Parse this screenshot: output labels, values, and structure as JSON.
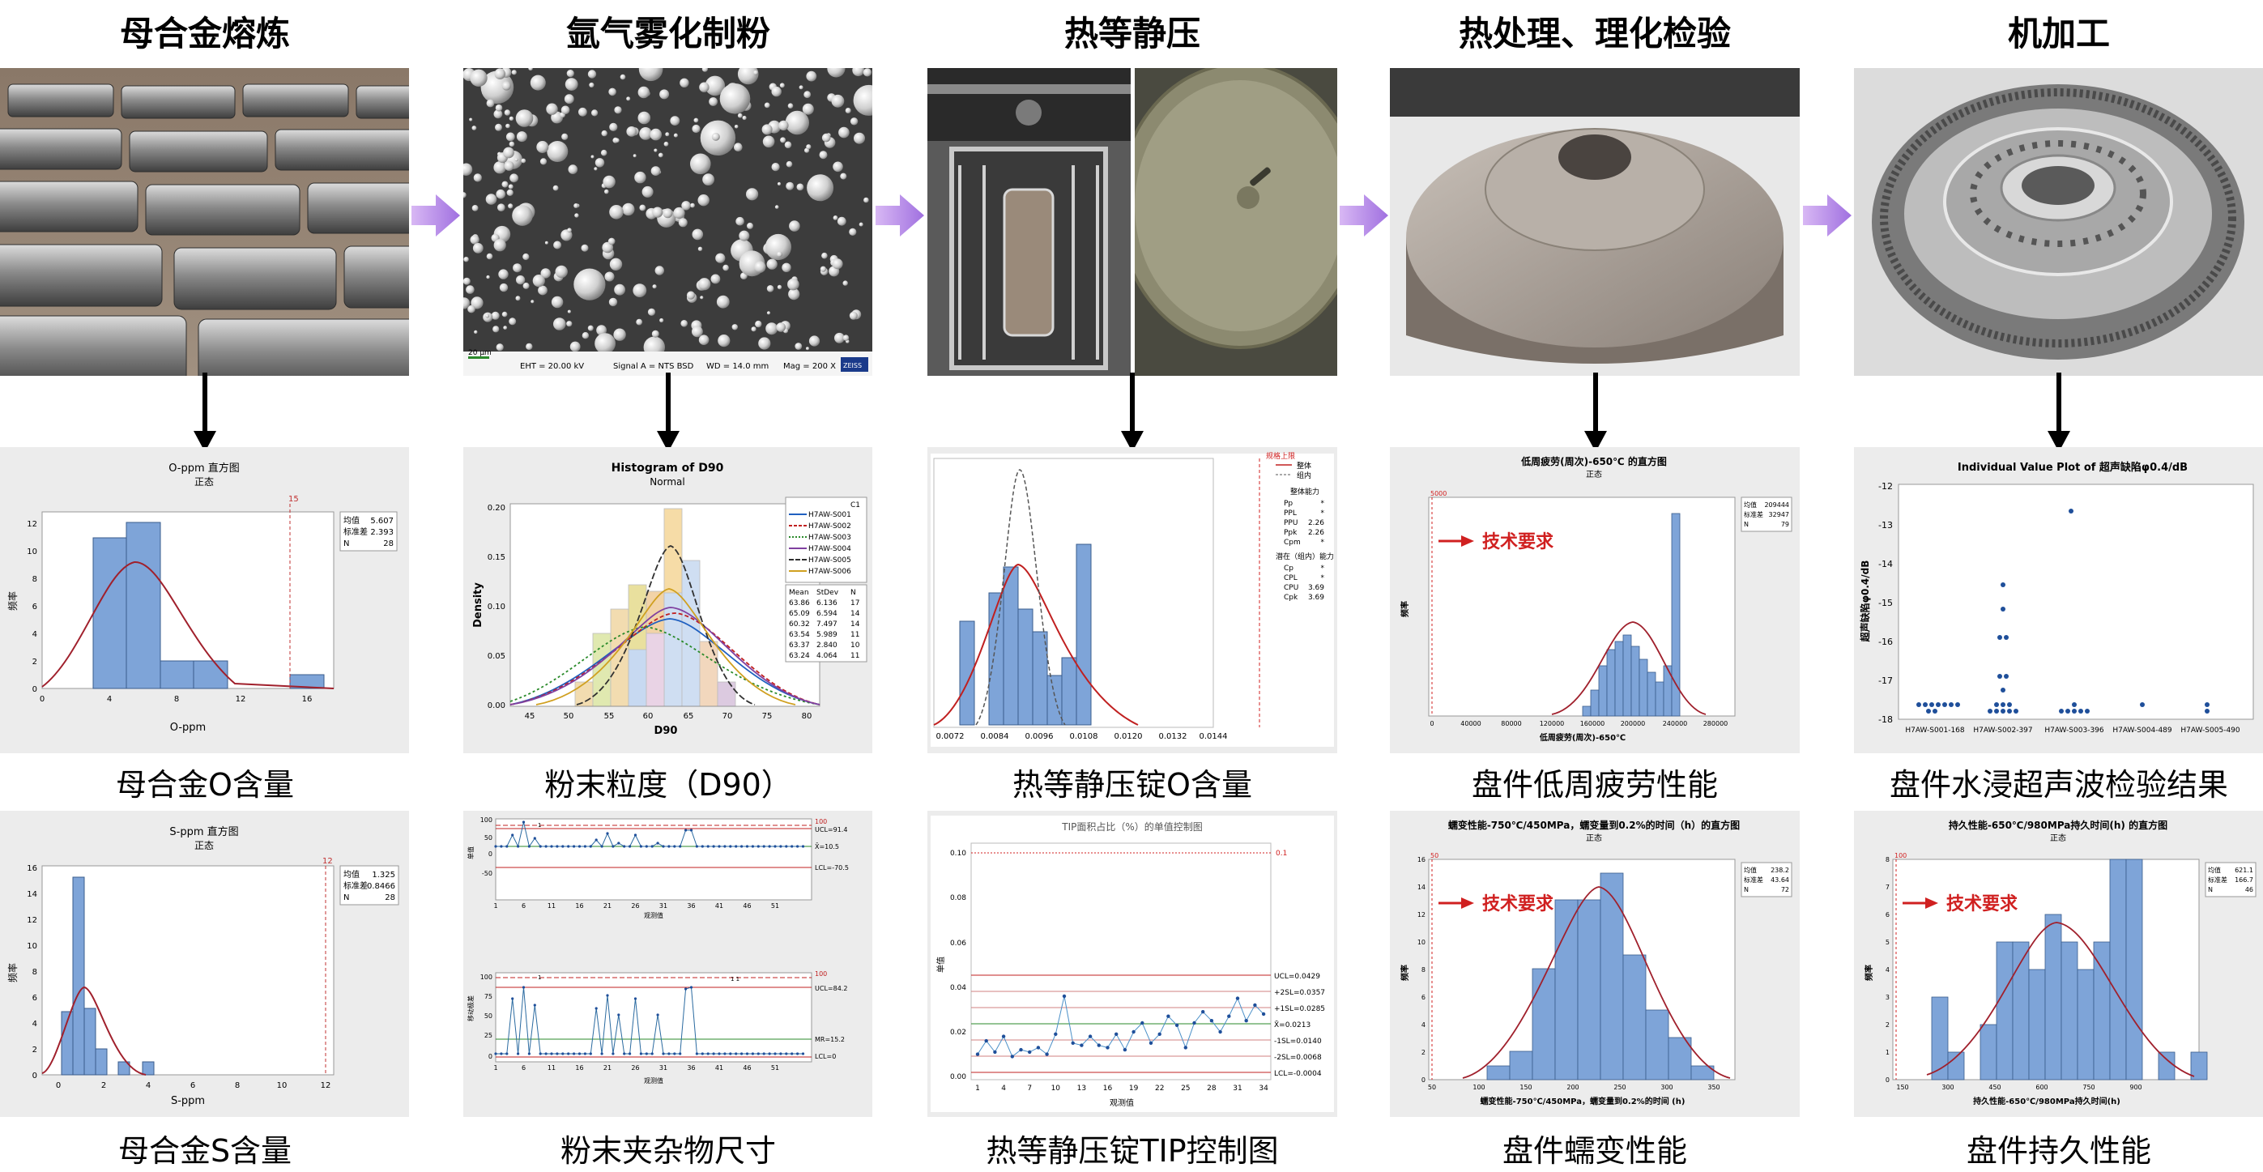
{
  "stages": [
    {
      "title": "母合金熔炼"
    },
    {
      "title": "氩气雾化制粉",
      "sem": {
        "scale": "20 μm",
        "eht": "EHT = 20.00 kV",
        "signal": "Signal A = NTS BSD",
        "wd": "WD = 14.0 mm",
        "mag": "Mag = 200 X",
        "logo": "ZEISS"
      }
    },
    {
      "title": "热等静压"
    },
    {
      "title": "热处理、理化检验"
    },
    {
      "title": "机加工"
    }
  ],
  "captions": {
    "c1a": "母合金O含量",
    "c2a": "粉末粒度（D90）",
    "c3a": "热等静压锭O含量",
    "c4a": "盘件低周疲劳性能",
    "c5a": "盘件水浸超声波检验结果",
    "c1b": "母合金S含量",
    "c2b": "粉末夹杂物尺寸",
    "c3b": "热等静压锭TIP控制图",
    "c4b": "盘件蠕变性能",
    "c5b": "盘件持久性能"
  },
  "charts": {
    "o_ppm": {
      "title": "O-ppm 直方图",
      "subtitle": "正态",
      "xlabel": "O-ppm",
      "ylabel": "频率",
      "limit": "15",
      "legend": [
        [
          "均值",
          "5.607"
        ],
        [
          "标准差",
          "2.393"
        ],
        [
          "N",
          "28"
        ]
      ],
      "xticks": [
        "0",
        "4",
        "8",
        "12",
        "16"
      ],
      "yticks": [
        "0",
        "2",
        "4",
        "6",
        "8",
        "10",
        "12"
      ]
    },
    "d90": {
      "title": "Histogram of D90",
      "subtitle": "Normal",
      "xlabel": "D90",
      "ylabel": "Density",
      "series_header": "C1",
      "series": [
        "H7AW-S001",
        "H7AW-S002",
        "H7AW-S003",
        "H7AW-S004",
        "H7AW-S005",
        "H7AW-S006"
      ],
      "stats_header": [
        "Mean",
        "StDev",
        "N"
      ],
      "stats": [
        [
          "63.86",
          "6.136",
          "17"
        ],
        [
          "65.09",
          "6.594",
          "14"
        ],
        [
          "60.32",
          "7.497",
          "14"
        ],
        [
          "63.54",
          "5.989",
          "11"
        ],
        [
          "63.37",
          "2.840",
          "10"
        ],
        [
          "63.24",
          "4.064",
          "11"
        ]
      ],
      "xticks": [
        "45",
        "50",
        "55",
        "60",
        "65",
        "70",
        "75",
        "80"
      ],
      "yticks": [
        "0.00",
        "0.05",
        "0.10",
        "0.15",
        "0.20"
      ]
    },
    "hip_o": {
      "limit_label": "规格上限",
      "legend": [
        "整体",
        "组内"
      ],
      "cap_title": "整体能力",
      "cap": [
        [
          "Pp",
          "*"
        ],
        [
          "PPL",
          "*"
        ],
        [
          "PPU",
          "2.26"
        ],
        [
          "Ppk",
          "2.26"
        ],
        [
          "Cpm",
          "*"
        ]
      ],
      "pot_title": "潜在（组内）能力",
      "pot": [
        [
          "Cp",
          "*"
        ],
        [
          "CPL",
          "*"
        ],
        [
          "CPU",
          "3.69"
        ],
        [
          "Cpk",
          "3.69"
        ]
      ],
      "xticks": [
        "0.0072",
        "0.0084",
        "0.0096",
        "0.0108",
        "0.0120",
        "0.0132",
        "0.0144"
      ]
    },
    "lcf": {
      "title": "低周疲劳(周次)-650℃ 的直方图",
      "subtitle": "正态",
      "xlabel": "低周疲劳(周次)-650℃",
      "ylabel": "频率",
      "limit": "5000",
      "tech": "技术要求",
      "legend": [
        [
          "均值",
          "209444"
        ],
        [
          "标准差",
          "32947"
        ],
        [
          "N",
          "79"
        ]
      ],
      "xticks": [
        "0",
        "40000",
        "80000",
        "120000",
        "160000",
        "200000",
        "240000",
        "280000"
      ]
    },
    "ut": {
      "title": "Individual Value Plot of 超声缺陷φ0.4/dB",
      "ylabel": "超声缺陷φ0.4/dB",
      "yticks": [
        "-12",
        "-13",
        "-14",
        "-15",
        "-16",
        "-17",
        "-18"
      ],
      "cats": [
        "H7AW-S001-168",
        "H7AW-S002-397",
        "H7AW-S003-396",
        "H7AW-S004-489",
        "H7AW-S005-490"
      ]
    },
    "s_ppm": {
      "title": "S-ppm 直方图",
      "subtitle": "正态",
      "xlabel": "S-ppm",
      "ylabel": "频率",
      "limit": "12",
      "legend": [
        [
          "均值",
          "1.325"
        ],
        [
          "标准差",
          "0.8466"
        ],
        [
          "N",
          "28"
        ]
      ],
      "xticks": [
        "0",
        "2",
        "4",
        "6",
        "8",
        "10",
        "12"
      ],
      "yticks": [
        "0",
        "2",
        "4",
        "6",
        "8",
        "10",
        "12",
        "14",
        "16"
      ]
    },
    "incl": {
      "ylabel1": "单值",
      "ylabel2": "移动极差",
      "xlabel": "观测值",
      "ucl1": "UCL=91.4",
      "mean1": "X̄=10.5",
      "lcl1": "LCL=-70.5",
      "ucl2": "UCL=84.2",
      "mr2": "MR=15.2",
      "lcl2": "LCL=0",
      "lim": "100",
      "marks": "1",
      "marks2": "1 1",
      "xticks": [
        "1",
        "6",
        "11",
        "16",
        "21",
        "26",
        "31",
        "36",
        "41",
        "46",
        "51"
      ],
      "yticks1": [
        "100",
        "50",
        "0",
        "-50"
      ],
      "yticks2": [
        "100",
        "75",
        "50",
        "25",
        "0"
      ]
    },
    "tip": {
      "title": "TIP面积占比（%）的单值控制图",
      "xlabel": "观测值",
      "ylabel": "单值",
      "usl": "0.1",
      "lines": [
        "UCL=0.0429",
        "+2SL=0.0357",
        "+1SL=0.0285",
        "X̄=0.0213",
        "-1SL=0.0140",
        "-2SL=0.0068",
        "LCL=-0.0004"
      ],
      "yticks": [
        "0.10",
        "0.08",
        "0.06",
        "0.04",
        "0.02",
        "0.00"
      ],
      "xticks": [
        "1",
        "4",
        "7",
        "10",
        "13",
        "16",
        "19",
        "22",
        "25",
        "28",
        "31",
        "34"
      ]
    },
    "creep": {
      "title": "蠕变性能-750℃/450MPa，蠕变量到0.2%的时间（h）的直方图",
      "subtitle": "正态",
      "xlabel": "蠕变性能-750℃/450MPa，蠕变量到0.2%的时间 (h)",
      "ylabel": "频率",
      "limit": "50",
      "tech": "技术要求",
      "legend": [
        [
          "均值",
          "238.2"
        ],
        [
          "标准差",
          "43.64"
        ],
        [
          "N",
          "72"
        ]
      ],
      "xticks": [
        "50",
        "100",
        "150",
        "200",
        "250",
        "300",
        "350"
      ],
      "yticks": [
        "0",
        "2",
        "4",
        "6",
        "8",
        "10",
        "12",
        "14",
        "16"
      ]
    },
    "rupture": {
      "title": "持久性能-650℃/980MPa持久时间(h) 的直方图",
      "subtitle": "正态",
      "xlabel": "持久性能-650℃/980MPa持久时间(h)",
      "ylabel": "频率",
      "limit": "100",
      "tech": "技术要求",
      "legend": [
        [
          "均值",
          "621.1"
        ],
        [
          "标准差",
          "166.7"
        ],
        [
          "N",
          "46"
        ]
      ],
      "xticks": [
        "150",
        "300",
        "450",
        "600",
        "750",
        "900"
      ],
      "yticks": [
        "0",
        "1",
        "2",
        "3",
        "4",
        "5",
        "6",
        "7",
        "8"
      ]
    }
  }
}
